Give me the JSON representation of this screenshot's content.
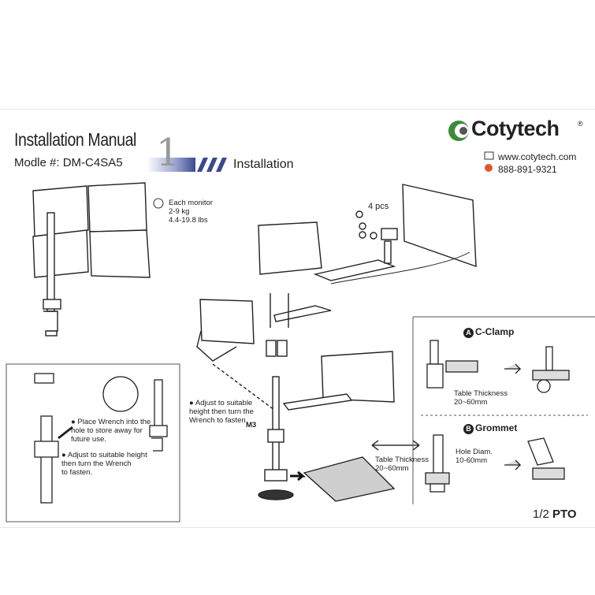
{
  "header": {
    "title": "Installation Manual",
    "model": "Modle #: DM-C4SA5",
    "step_number": "1",
    "step_label": "Installation"
  },
  "brand": {
    "name": "Cotytech",
    "registered": "®",
    "website": "www.cotytech.com",
    "phone": "888-891-9321"
  },
  "notes": {
    "monitor_weight": [
      "Each monitor",
      "2-9 kg",
      "4.4-19.8 lbs"
    ],
    "screws": "4 pcs",
    "adjust_height": [
      "Adjust to suitable",
      "height then turn the",
      "Wrench to fasten."
    ],
    "m3": "M3",
    "wrench_store": [
      "Place Wrench into the",
      "hole to store away for",
      "future use."
    ],
    "wrench_adjust": [
      "Adjust to suitable height",
      "then turn the Wrench",
      "to fasten."
    ],
    "table_thickness_main": [
      "Table Thickness",
      "20~60mm"
    ]
  },
  "c_clamp": {
    "letter": "A",
    "title": "C-Clamp",
    "thickness": [
      "Table Thickness",
      "20~60mm"
    ]
  },
  "grommet": {
    "letter": "B",
    "title": "Grommet",
    "hole": [
      "Hole Diam.",
      "10-60mm"
    ]
  },
  "footer": {
    "page": "1/2",
    "pto": "PTO"
  },
  "colors": {
    "accent": "#3a4a8c",
    "logo_green": "#3d8a3a",
    "line": "#333333"
  }
}
